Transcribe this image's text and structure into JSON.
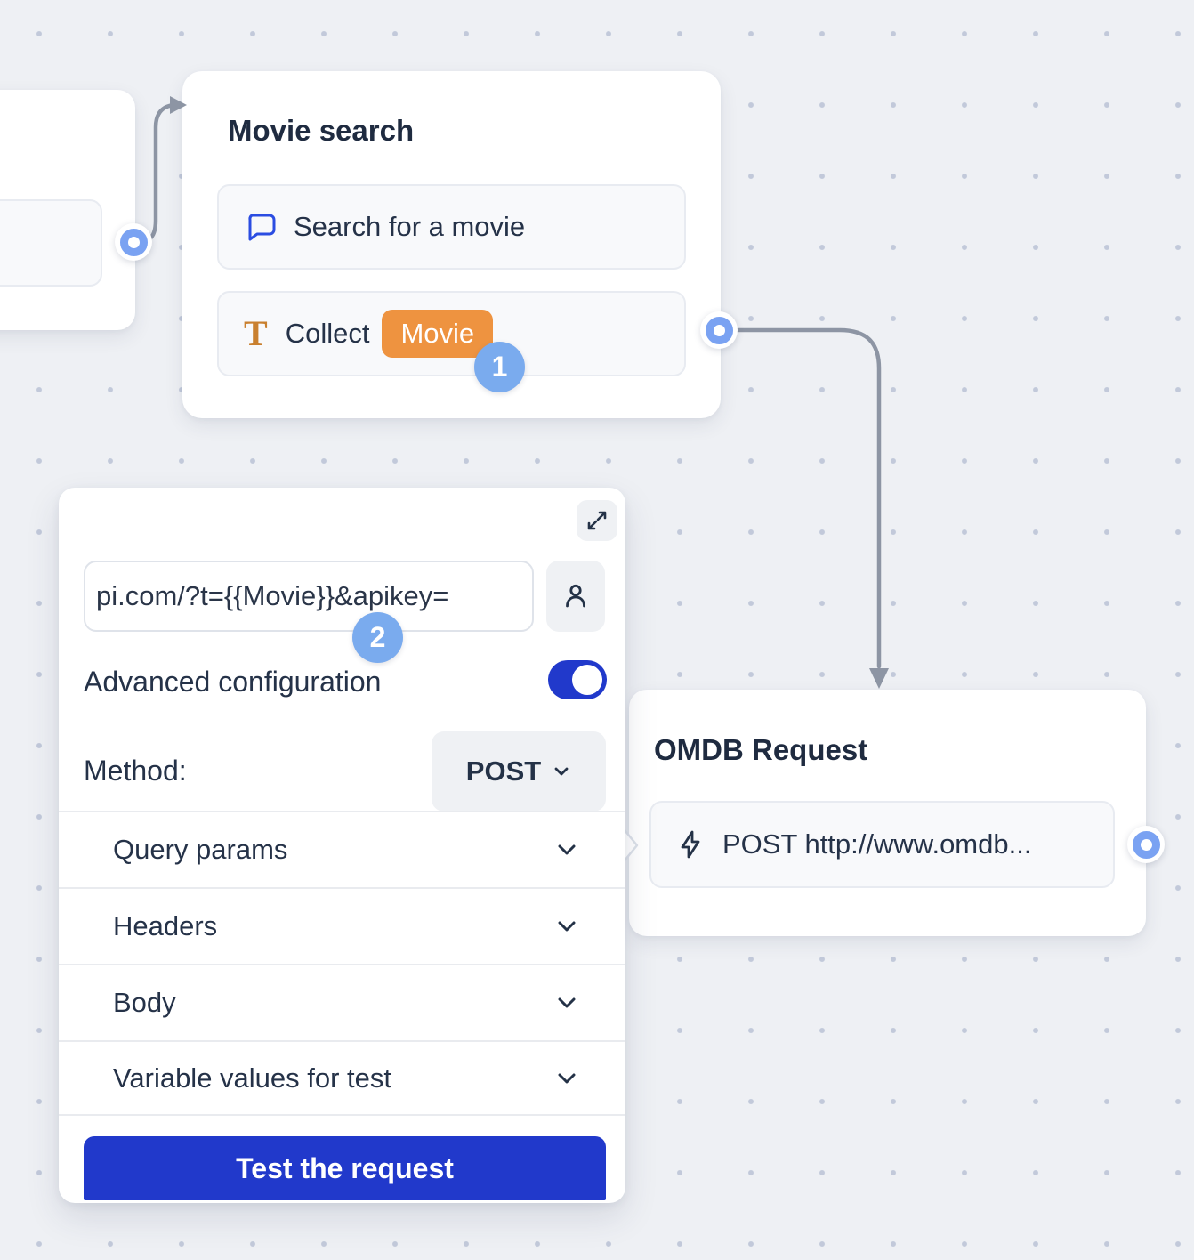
{
  "canvas": {
    "background_color": "#eef0f4",
    "dot_color": "#c2c9da"
  },
  "nodes": {
    "movie_search": {
      "title": "Movie search",
      "steps": [
        {
          "icon": "chat-bubble-icon",
          "label": "Search for a movie"
        },
        {
          "icon": "text-collect-icon",
          "label": "Collect",
          "variable": "Movie"
        }
      ]
    },
    "omdb_request": {
      "title": "OMDB Request",
      "steps": [
        {
          "icon": "lightning-icon",
          "label": "POST http://www.omdb..."
        }
      ]
    },
    "partial_left_node": {
      "note": ""
    }
  },
  "panel": {
    "expand_icon": "expand-icon",
    "url_input": {
      "value": "pi.com/?t={{Movie}}&apikey="
    },
    "person_icon": "person-icon",
    "advanced_configuration_label": "Advanced configuration",
    "advanced_configuration_enabled": true,
    "method_label": "Method:",
    "method_value": "POST",
    "sections": [
      "Query params",
      "Headers",
      "Body",
      "Variable values for test"
    ],
    "test_button_label": "Test the request"
  },
  "annotations": {
    "step_1_badge": "1",
    "step_2_badge": "2"
  },
  "colors": {
    "accent_blue": "#2139cb",
    "connector_gray": "#8d95a4",
    "variable_badge_orange": "#ee9340",
    "step_badge_blue": "#7aabee",
    "port_ring_blue": "#7aa2f2",
    "chat_icon_blue": "#2b4de2",
    "collect_icon_orange": "#c9802f",
    "text_navy": "#253248"
  }
}
